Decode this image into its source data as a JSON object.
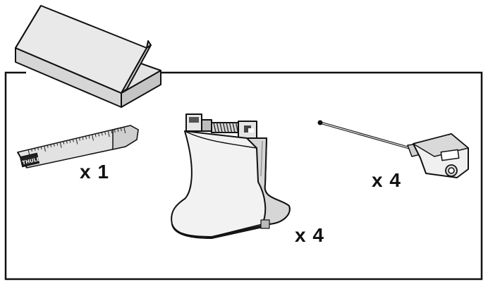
{
  "items": [
    {
      "icon": "measuring-tape-icon",
      "quantity_label": "x 1",
      "brand_text": "THULE"
    },
    {
      "icon": "roof-rack-foot-icon",
      "quantity_label": "x 4"
    },
    {
      "icon": "torque-tool-icon",
      "quantity_label": "x 4"
    }
  ],
  "colors": {
    "line": "#111111",
    "shade": "#d4d4d4",
    "mid": "#9a9a9a",
    "dark": "#555555"
  }
}
